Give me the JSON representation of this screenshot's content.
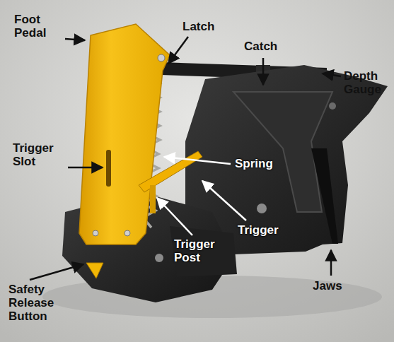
{
  "diagram": {
    "labels": [
      "Foot Pedal",
      "Latch",
      "Catch",
      "Depth Gauge",
      "Trigger Slot",
      "Spring",
      "Trigger",
      "Trigger Post",
      "Safety Release Button",
      "Jaws"
    ]
  }
}
